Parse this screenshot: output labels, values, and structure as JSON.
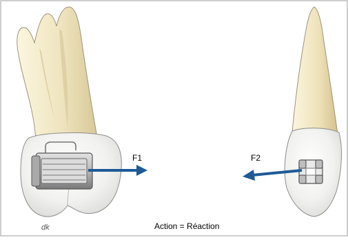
{
  "figure": {
    "force_left_label": "F1",
    "force_right_label": "F2",
    "caption": "Action = Réaction",
    "signature": "dk"
  },
  "colors": {
    "background": "#ffffff",
    "frame": "#bdbdbd",
    "tooth_fill": "#f2e9c6",
    "tooth_shadow": "#d9c99d",
    "tooth_outline": "#9d927c",
    "crown_fill": "#f4f4f2",
    "bracket_fill": "#c9c9c9",
    "bracket_dark": "#666666",
    "arrow": "#1e5a96"
  }
}
